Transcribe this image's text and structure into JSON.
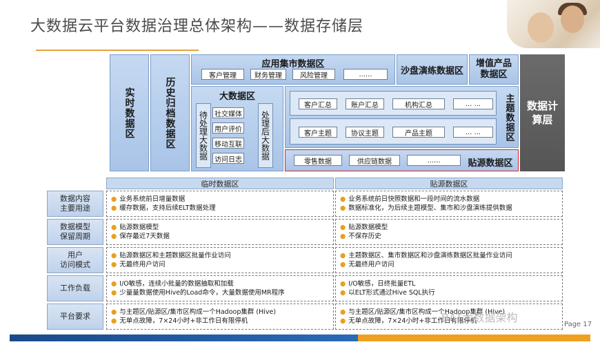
{
  "title": "大数据云平台数据治理总体架构——数据存储层",
  "top": {
    "realtime": "实时数据区",
    "history": "历史归档数据区",
    "app_mart": {
      "title": "应用集市数据区",
      "items": [
        "客户管理",
        "财务管理",
        "风险管理",
        "......"
      ]
    },
    "sandbox": "沙盘演练数据区",
    "value_added": "增值产品数据区",
    "bigdata": {
      "title": "大数据区",
      "pending": "待处理大数据",
      "processed": "处理后大数据",
      "items": [
        "社交媒体",
        "用户评价",
        "移动互联",
        "访问日志"
      ]
    },
    "subject": {
      "label": "主题数据区",
      "row1": [
        "客户汇总",
        "账户汇总",
        "机构汇总",
        "... ..."
      ],
      "row2": [
        "客户主题",
        "协议主题",
        "产品主题",
        "... ..."
      ]
    },
    "source": {
      "items": [
        "零售数据",
        "供应链数据",
        "......"
      ],
      "label": "贴源数据区"
    },
    "compute": "数据计算层"
  },
  "table": {
    "col_headers": [
      "临时数据区",
      "贴源数据区"
    ],
    "rows": [
      {
        "label": "数据内容\n主要用途",
        "left": [
          "业务系统前日增量数据",
          "缓存数据，支持后续ELT数据处理"
        ],
        "right": [
          "业务系统前日快照数据和一段时间的流水数据",
          "数据标准化，为后续主题模型、集市和沙盘演练提供数据"
        ]
      },
      {
        "label": "数据模型\n保留周期",
        "left": [
          "贴源数据模型",
          "保存最近7天数据"
        ],
        "right": [
          "贴源数据模型",
          "不保存历史"
        ]
      },
      {
        "label": "用户\n访问模式",
        "left": [
          "贴源数据区和主题数据区批量作业访问",
          "无最终用户访问"
        ],
        "right": [
          "主题数据区、集市数据区和沙盘演练数据区批量作业访问",
          "无最终用户访问"
        ]
      },
      {
        "label": "工作负载",
        "left": [
          "I/O敏感，连续小批量的数据抽取和加载",
          "少量量数据使用Hive的Load命令，大量数据使用MR程序"
        ],
        "right": [
          "I/O敏感，日终批量ETL",
          "以ELT形式通过Hive SQL执行"
        ]
      },
      {
        "label": "平台要求",
        "left": [
          "与主题区/贴源区/集市区构成一个Hadoop集群 (Hive)",
          "无单点故障，7×24小时+非工作日有限停机"
        ],
        "right": [
          "与主题区/贴源区/集市区构成一个Hadoop集群 (Hive)",
          "无单点故障，7×24小时+非工作日有限停机"
        ]
      }
    ]
  },
  "page_number": "Page 17",
  "watermark": "BAT大数据架构",
  "colors": {
    "accent": "#e8a040",
    "panel": "#b8cfec",
    "dark": "#5f5f5f",
    "highlight": "#e02020"
  }
}
